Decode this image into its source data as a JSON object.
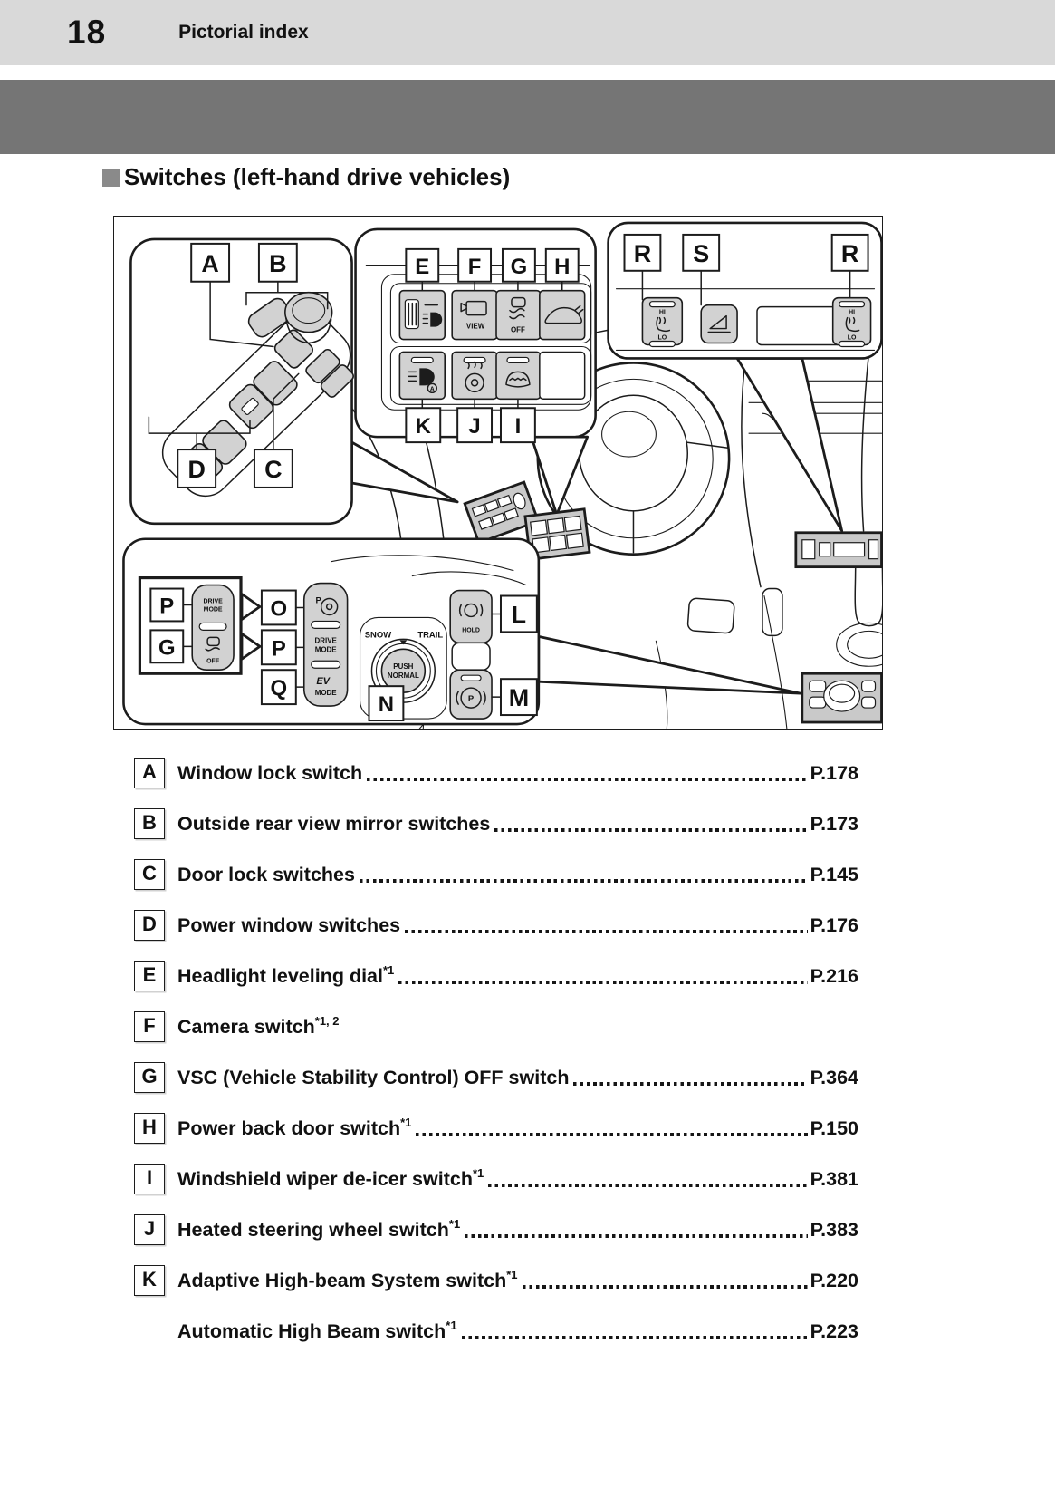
{
  "header": {
    "page_number": "18",
    "section_title": "Pictorial index"
  },
  "heading": {
    "title": "Switches (left-hand drive vehicles)"
  },
  "diagram": {
    "callouts": {
      "a": "A",
      "b": "B",
      "c": "C",
      "d": "D",
      "e": "E",
      "f": "F",
      "g": "G",
      "h": "H",
      "i": "I",
      "j": "J",
      "k": "K",
      "l": "L",
      "m": "M",
      "n": "N",
      "o": "O",
      "p": "P",
      "q": "Q",
      "r": "R",
      "s": "S"
    },
    "texts": {
      "drive": "DRIVE",
      "mode": "MODE",
      "ev": "EV",
      "push": "PUSH",
      "normal": "NORMAL",
      "snow": "SNOW",
      "trail": "TRAIL",
      "hold": "HOLD",
      "view": "VIEW",
      "off": "OFF",
      "hi": "HI",
      "lo": "LO",
      "p": "P",
      "a_mark": "A"
    }
  },
  "index": {
    "items": [
      {
        "letter": "A",
        "label": "Window lock switch",
        "sup": "",
        "page": "P.178"
      },
      {
        "letter": "B",
        "label": "Outside rear view mirror switches ",
        "sup": "",
        "page": "P.173"
      },
      {
        "letter": "C",
        "label": "Door lock switches ",
        "sup": "",
        "page": "P.145"
      },
      {
        "letter": "D",
        "label": "Power window switches",
        "sup": "",
        "page": "P.176"
      },
      {
        "letter": "E",
        "label": "Headlight leveling dial",
        "sup": "*1",
        "page": "P.216"
      },
      {
        "letter": "F",
        "label": "Camera switch",
        "sup": "*1, 2",
        "page": ""
      },
      {
        "letter": "G",
        "label": "VSC (Vehicle Stability Control) OFF switch",
        "sup": "",
        "page": "P.364"
      },
      {
        "letter": "H",
        "label": "Power back door switch",
        "sup": "*1",
        "page": "P.150"
      },
      {
        "letter": "I",
        "label": "Windshield wiper de-icer switch",
        "sup": "*1",
        "page": "P.381"
      },
      {
        "letter": "J",
        "label": "Heated steering wheel switch",
        "sup": "*1",
        "page": "P.383"
      },
      {
        "letter": "K",
        "label": "Adaptive High-beam System switch",
        "sup": "*1",
        "page": "P.220"
      },
      {
        "letter": "",
        "label": "Automatic High Beam switch",
        "sup": "*1",
        "page": "P.223"
      }
    ]
  },
  "colors": {
    "header_bg": "#d9d9d9",
    "chapter_band": "#757575",
    "bullet": "#8a8a8a",
    "button_gray": "#d2d2d2",
    "panel_gray": "#c9c9c9",
    "line": "#1c1c1c"
  }
}
